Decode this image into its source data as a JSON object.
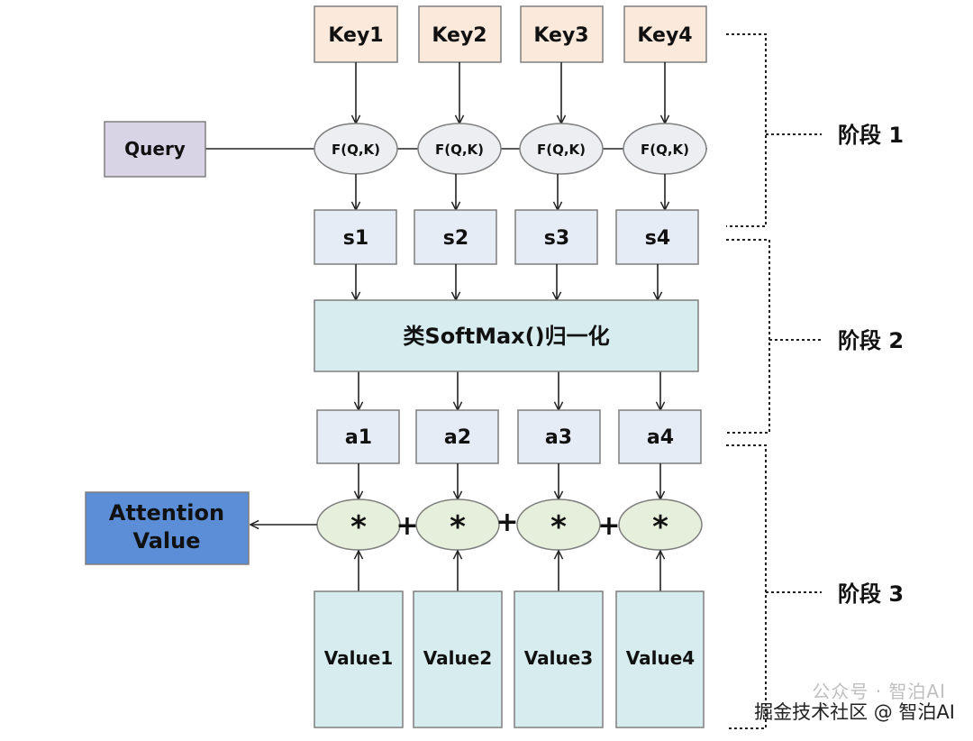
{
  "keys": [
    "Key1",
    "Key2",
    "Key3",
    "Key4"
  ],
  "query": "Query",
  "func": "F(Q,K)",
  "scores": [
    "s1",
    "s2",
    "s3",
    "s4"
  ],
  "softmax": "类SoftMax()归一化",
  "weights": [
    "a1",
    "a2",
    "a3",
    "a4"
  ],
  "multiply": "*",
  "plus": "+",
  "attention": [
    "Attention",
    "Value"
  ],
  "values": [
    "Value1",
    "Value2",
    "Value3",
    "Value4"
  ],
  "stages": [
    "阶段 1",
    "阶段 2",
    "阶段 3"
  ],
  "watermark": {
    "faded": "公众号 · 智泊AI",
    "main": "掘金技术社区 @ 智泊AI"
  },
  "colors": {
    "key_fill": "#fbe9dc",
    "query_fill": "#d9d3e6",
    "func_fill": "#eceef2",
    "score_fill": "#e6ecf6",
    "softmax_fill": "#d7ecee",
    "weight_fill": "#e6ecf6",
    "multiply_fill": "#e6efdb",
    "attention_fill": "#5b8ed6",
    "value_fill": "#d7ecee",
    "stroke": "#7f7f7f",
    "line": "#222222"
  }
}
